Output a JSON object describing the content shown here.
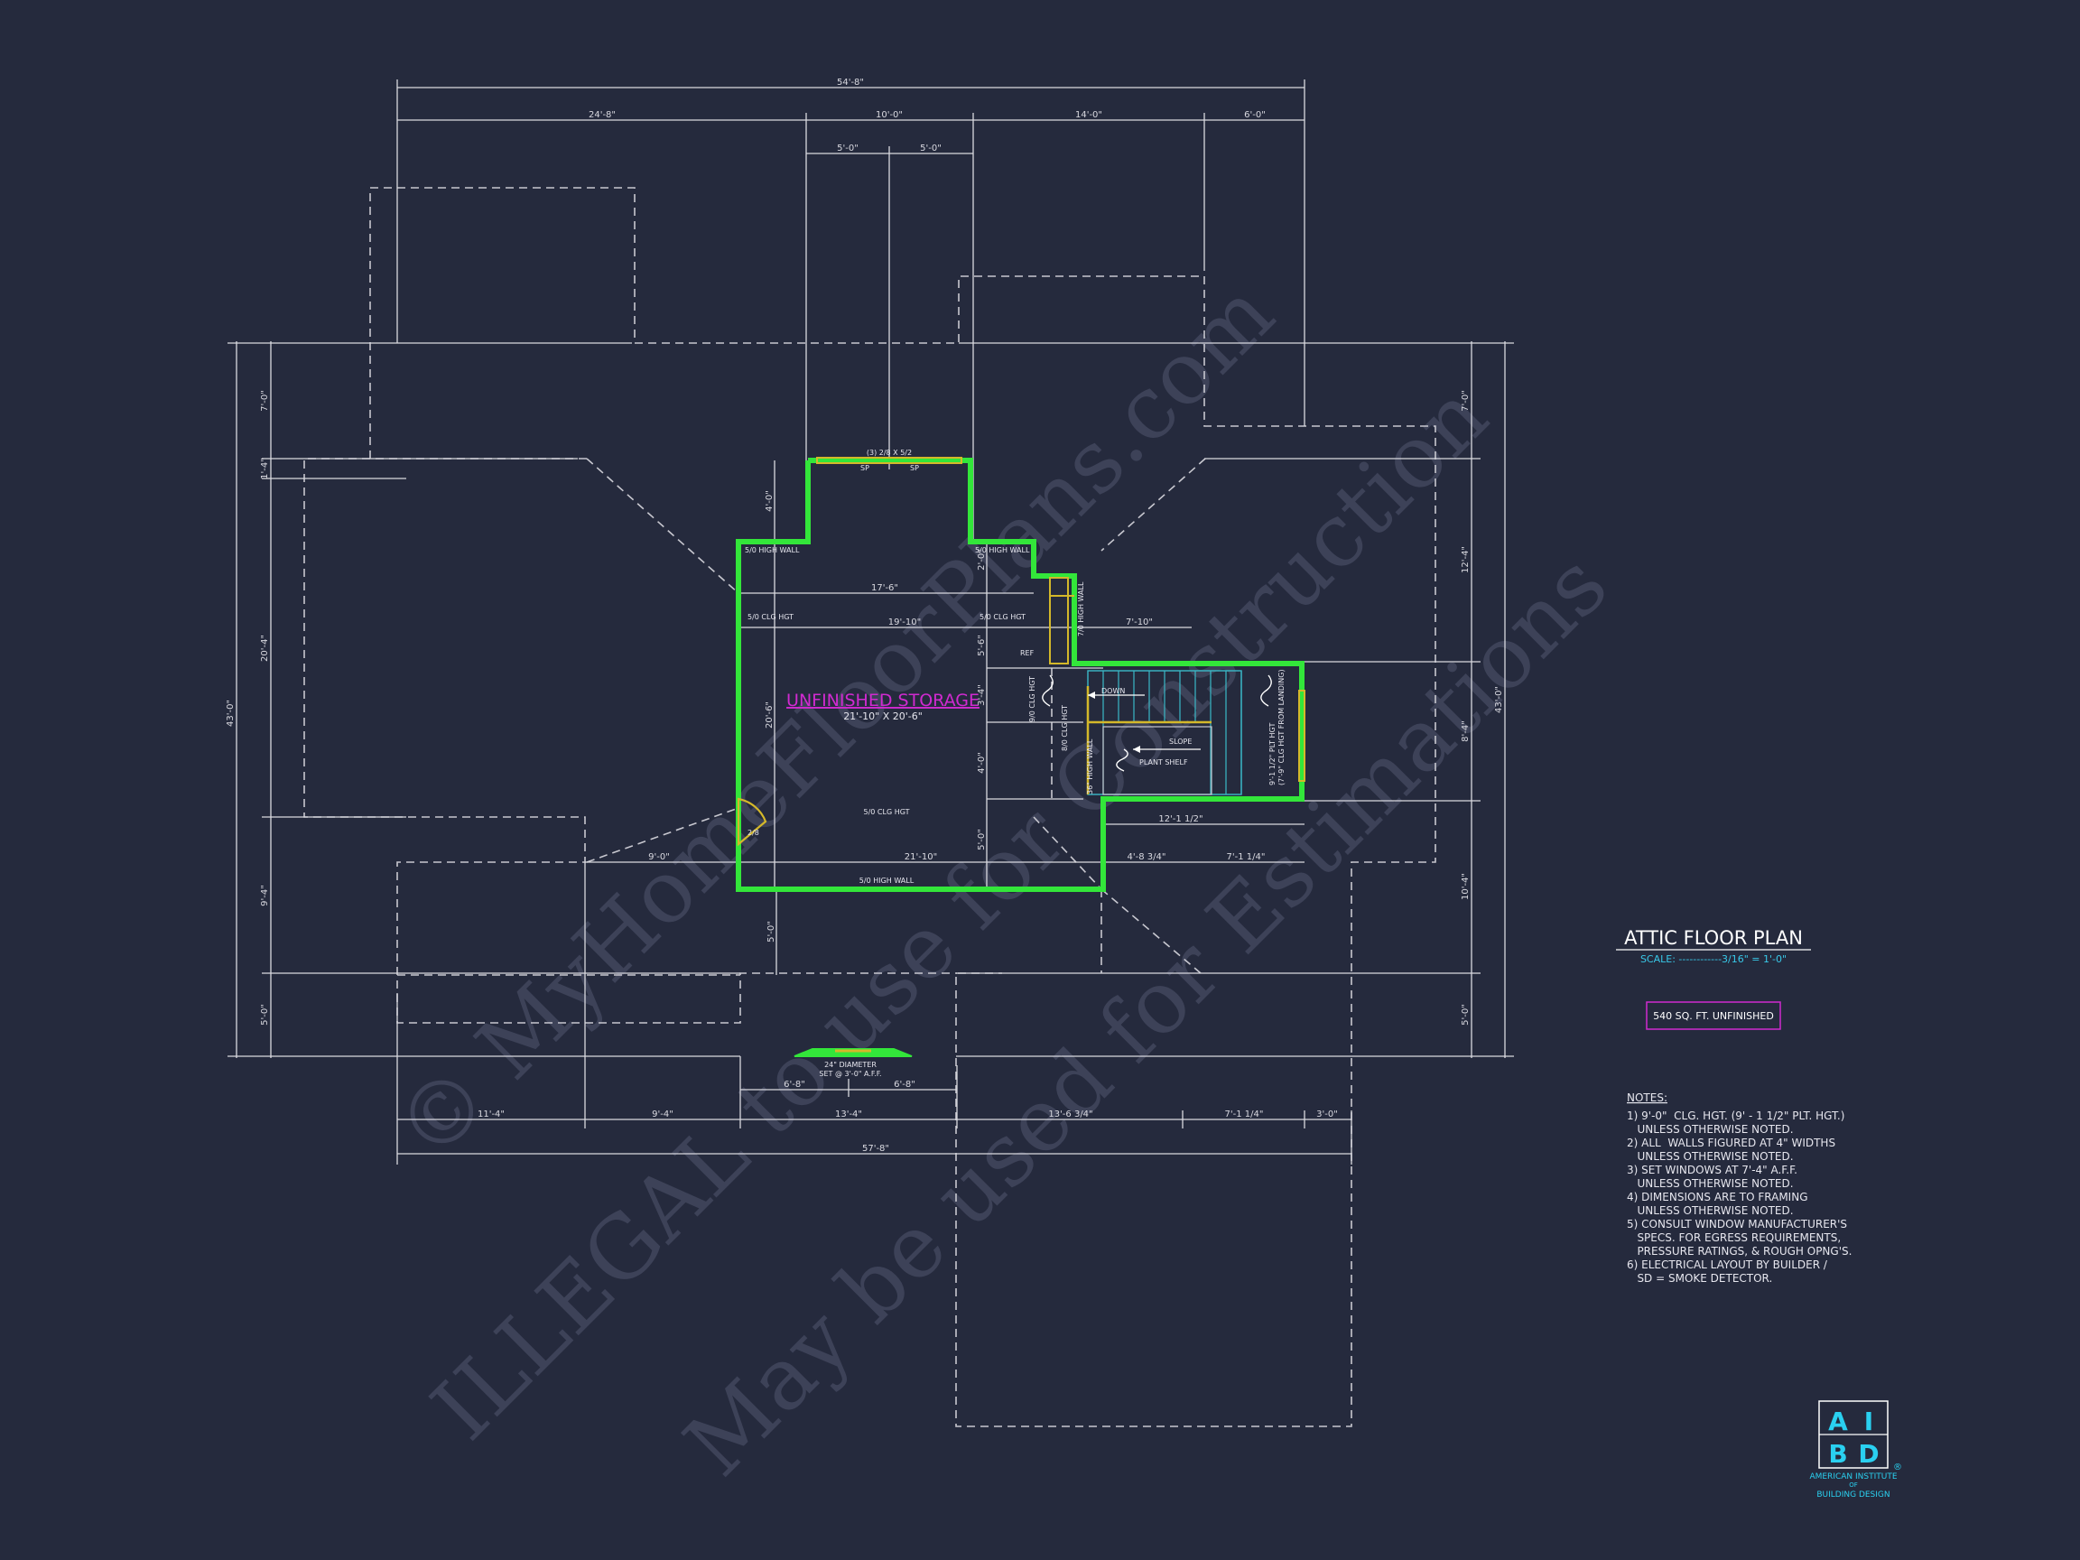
{
  "watermark": {
    "line1": "© MyHomeFloorPlans.com",
    "line2": "ILLEGAL to use for Construction",
    "line3": "May be used for Estimations"
  },
  "plan": {
    "title": "ATTIC FLOOR PLAN",
    "scale": "SCALE: ------------3/16\" = 1'-0\"",
    "area": "540 SQ. FT. UNFINISHED"
  },
  "room": {
    "name": "UNFINISHED STORAGE",
    "size": "21'-10\" X 20'-6\""
  },
  "labels": {
    "window_top": "(3) 2/8 X 5/2",
    "sp1": "SP",
    "sp2": "SP",
    "high_wall_left": "5/0 HIGH WALL",
    "high_wall_right": "5/0 HIGH WALL",
    "clg_left": "5/0 CLG HGT",
    "clg_right": "5/0 CLG HGT",
    "high_wall_7": "7/0 HIGH WALL",
    "ref": "REF",
    "clg_9": "9/0 CLG HGT",
    "clg_8": "8/0 CLG HGT",
    "high_wall_36": "36\" HIGH WALL",
    "down": "DOWN",
    "slope": "SLOPE",
    "plant_shelf": "PLANT SHELF",
    "stair_note1": "9'-1 1/2\" PLT HGT",
    "stair_note2": "(7'-9\" CLG HGT FROM LANDING)",
    "clg_bottom": "5/0 CLG HGT",
    "high_wall_bottom": "5/0 HIGH WALL",
    "door": "2/8",
    "vent1": "24\" DIAMETER",
    "vent2": "SET @ 3'-0\" A.F.F."
  },
  "dims": {
    "top_overall": "54'-8\"",
    "top_a": "24'-8\"",
    "top_b": "10'-0\"",
    "top_c": "14'-0\"",
    "top_d": "6'-0\"",
    "top_e": "5'-0\"",
    "top_f": "5'-0\"",
    "left_overall": "43'-0\"",
    "left_a": "7'-0\"",
    "left_b": "1'-4\"",
    "left_c": "20'-4\"",
    "left_d": "9'-4\"",
    "left_e": "5'-0\"",
    "right_overall": "43'-0\"",
    "right_a": "7'-0\"",
    "right_b": "12'-4\"",
    "right_c": "8'-4\"",
    "right_d": "10'-4\"",
    "right_e": "5'-0\"",
    "bot_overall": "57'-8\"",
    "bot_a": "11'-4\"",
    "bot_b": "9'-4\"",
    "bot_c": "13'-4\"",
    "bot_d": "13'-6 3/4\"",
    "bot_e": "7'-1 1/4\"",
    "bot_f": "3'-0\"",
    "bot_g": "6'-8\"",
    "bot_h": "6'-8\"",
    "in_17_6": "17'-6\"",
    "in_19_10": "19'-10\"",
    "in_7_10": "7'-10\"",
    "in_21_10": "21'-10\"",
    "in_9_0": "9'-0\"",
    "in_12_1": "12'-1 1/2\"",
    "in_4_8": "4'-8 3/4\"",
    "in_7_1": "7'-1 1/4\"",
    "v_4_0a": "4'-0\"",
    "v_2_0": "2'-0\"",
    "v_5_6": "5'-6\"",
    "v_20_6": "20'-6\"",
    "v_3_4": "3'-4\"",
    "v_4_0b": "4'-0\"",
    "v_5_0a": "5'-0\"",
    "v_5_0b": "5'-0\""
  },
  "notes": {
    "heading": "NOTES:",
    "lines": [
      "1) 9'-0\"  CLG. HGT. (9' - 1 1/2\" PLT. HGT.)",
      "   UNLESS OTHERWISE NOTED.",
      "2) ALL  WALLS FIGURED AT 4\" WIDTHS",
      "   UNLESS OTHERWISE NOTED.",
      "3) SET WINDOWS AT 7'-4\" A.F.F.",
      "   UNLESS OTHERWISE NOTED.",
      "4) DIMENSIONS ARE TO FRAMING",
      "   UNLESS OTHERWISE NOTED.",
      "5) CONSULT WINDOW MANUFACTURER'S",
      "   SPECS. FOR EGRESS REQUIREMENTS,",
      "   PRESSURE RATINGS, & ROUGH OPNG'S.",
      "6) ELECTRICAL LAYOUT BY BUILDER /",
      "   SD = SMOKE DETECTOR."
    ]
  },
  "logo": {
    "a": "A",
    "i": "I",
    "b": "B",
    "d": "D",
    "reg": "®",
    "line1": "AMERICAN INSTITUTE",
    "line2": "OF",
    "line3": "BUILDING DESIGN"
  },
  "colors": {
    "background": "#252a3d",
    "wall": "#33e63a",
    "title": "#ffffff",
    "scale": "#38c8e8",
    "magenta": "#d02ad0",
    "logo": "#2ad0f0"
  }
}
